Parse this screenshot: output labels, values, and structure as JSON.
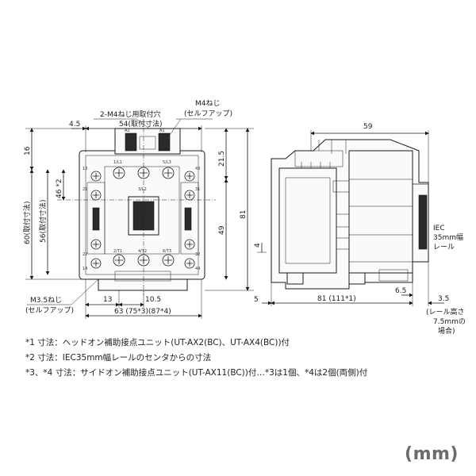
{
  "front_view": {
    "label_mounting_holes": "2-M4ねじ用取付穴",
    "label_m4_screw": "M4ねじ",
    "label_m4_selfup": "(セルフアップ)",
    "label_m35_screw": "M3.5ねじ",
    "label_m35_selfup": "(セルフアップ)",
    "dim_4_5": "4.5",
    "dim_54": "54(取付寸法)",
    "dim_16": "16",
    "dim_46": "46 *2",
    "dim_56": "56(取付寸法)",
    "dim_60": "60(取付寸法)",
    "dim_21_5": "21.5",
    "dim_49": "49",
    "dim_81": "81",
    "dim_13": "13",
    "dim_10_5": "10.5",
    "dim_63": "63 (75*3)(87*4)",
    "terminals": {
      "a2": "A2",
      "a1": "A1",
      "l1": "1/L1",
      "l2": "3/L2",
      "l3": "5/L3",
      "t1": "2/T1",
      "t2": "4/T2",
      "t3": "6/T3",
      "n13": "13",
      "n14": "14",
      "n43": "43",
      "n44": "44",
      "n21": "21",
      "n22": "22",
      "n31": "31",
      "n32": "32",
      "n1": "1"
    }
  },
  "side_view": {
    "dim_59": "59",
    "dim_5": "5",
    "dim_81": "81 (111*1)",
    "dim_6_5": "6.5",
    "dim_3_5": "3.5",
    "dim_4": "4",
    "label_iec": "IEC",
    "label_rail": "35mm幅",
    "label_rail2": "レール",
    "label_height_1": "(レール高さ",
    "label_height_2": "7.5mmの",
    "label_height_3": "場合)"
  },
  "notes": [
    "*1 寸法：ヘッドオン補助接点ユニット(UT-AX2(BC)、UT-AX4(BC))付",
    "*2 寸法：IEC35mm幅レールのセンタからの寸法",
    "*3、*4 寸法：サイドオン補助接点ユニット(UT-AX11(BC))付…*3は1個、*4は2個(両側)付"
  ],
  "unit": "(mm)"
}
